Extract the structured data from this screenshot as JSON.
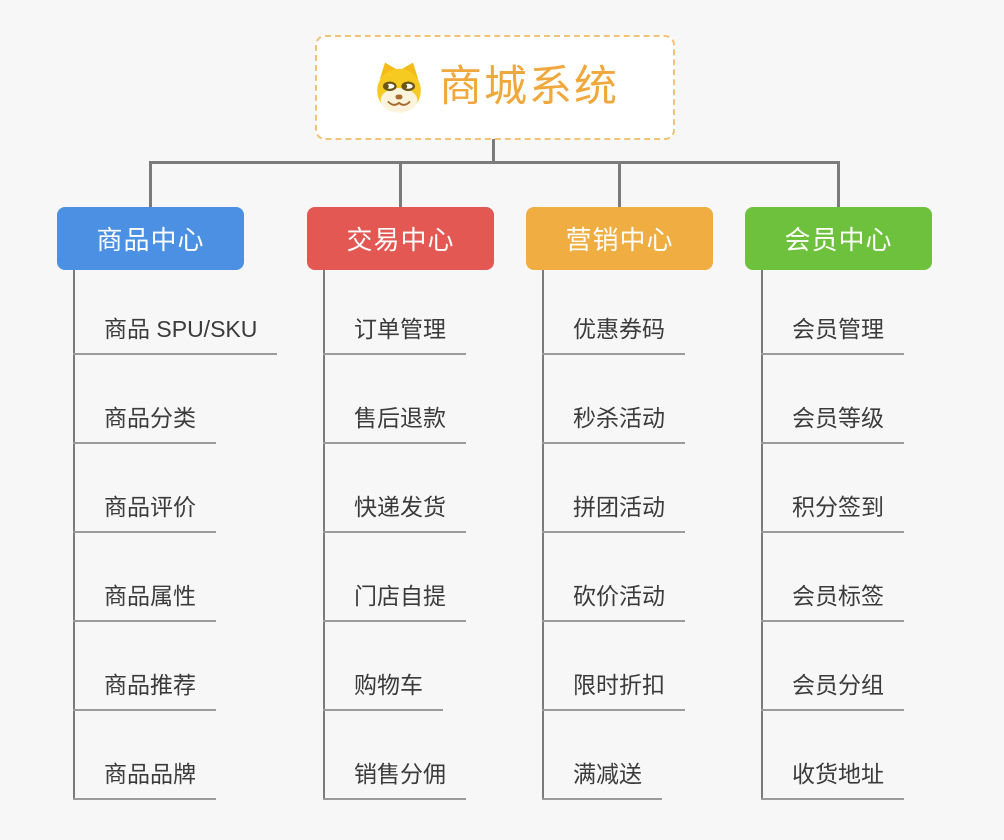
{
  "root": {
    "title": "商城系统",
    "icon": "doge-icon",
    "text_color": "#F0A73C",
    "border_color": "#F2C377"
  },
  "canvas": {
    "background": "#F7F7F7",
    "connector_color": "#7B7B7B",
    "underline_color": "#9B9B9B",
    "leaf_text_color": "#3B3B3B"
  },
  "branches": [
    {
      "label": "商品中心",
      "color": "#4B90E2",
      "children": [
        "商品 SPU/SKU",
        "商品分类",
        "商品评价",
        "商品属性",
        "商品推荐",
        "商品品牌"
      ]
    },
    {
      "label": "交易中心",
      "color": "#E35852",
      "children": [
        "订单管理",
        "售后退款",
        "快递发货",
        "门店自提",
        "购物车",
        "销售分佣"
      ]
    },
    {
      "label": "营销中心",
      "color": "#EFAD42",
      "children": [
        "优惠券码",
        "秒杀活动",
        "拼团活动",
        "砍价活动",
        "限时折扣",
        "满减送"
      ]
    },
    {
      "label": "会员中心",
      "color": "#6DC13C",
      "children": [
        "会员管理",
        "会员等级",
        "积分签到",
        "会员标签",
        "会员分组",
        "收货地址"
      ]
    }
  ]
}
